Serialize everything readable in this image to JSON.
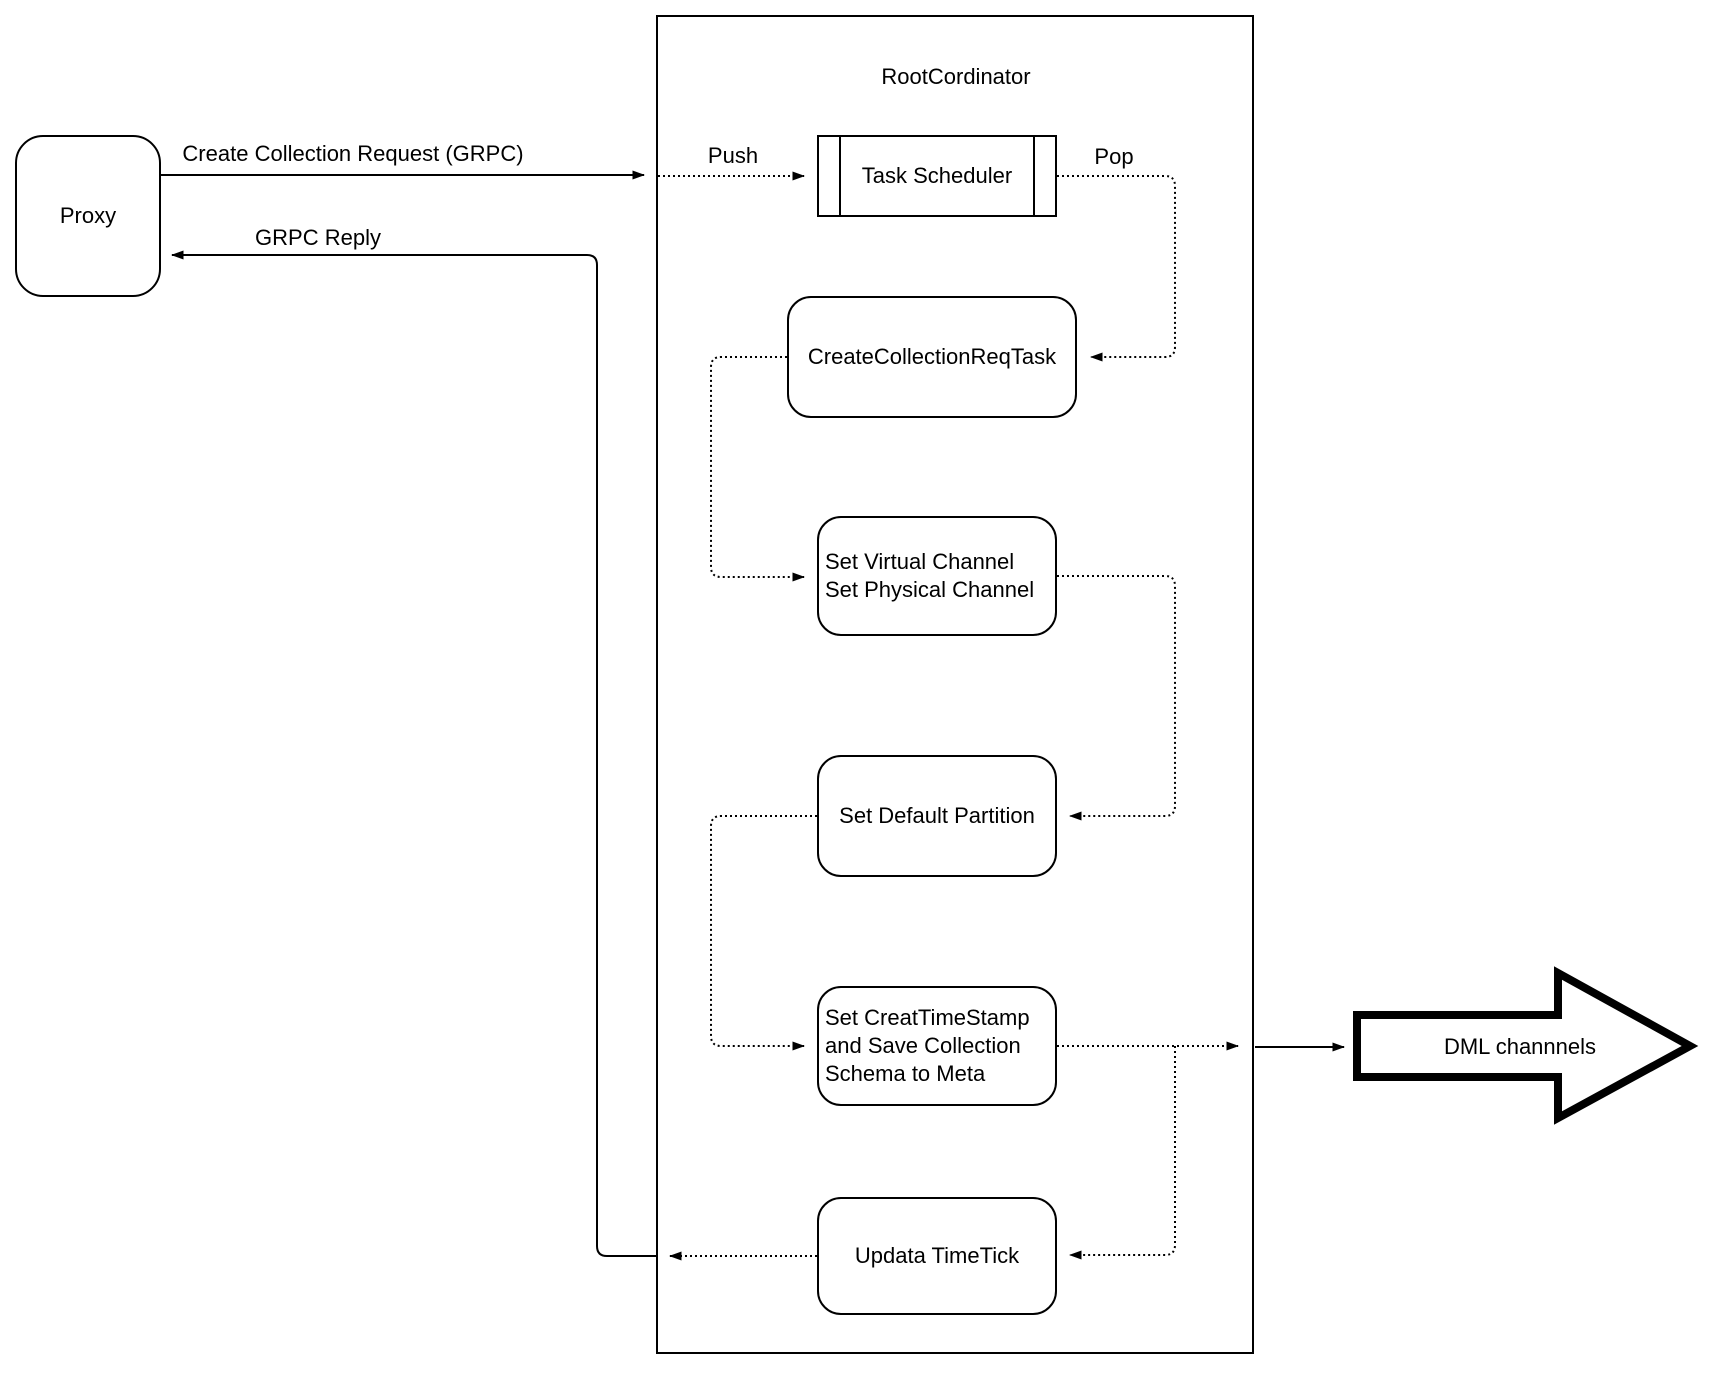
{
  "diagram": {
    "proxy": {
      "label": "Proxy"
    },
    "container": {
      "title": "RootCordinator"
    },
    "nodes": {
      "task_scheduler": {
        "label": "Task Scheduler"
      },
      "create_collection_req_task": {
        "label": "CreateCollectionReqTask"
      },
      "set_channels": {
        "lines": [
          "Set Virtual Channel",
          "Set Physical Channel"
        ]
      },
      "set_default_partition": {
        "label": "Set Default Partition"
      },
      "set_creat_timestamp": {
        "lines": [
          "Set CreatTimeStamp",
          "and Save Collection",
          "Schema to Meta"
        ]
      },
      "updata_timetick": {
        "label": "Updata TimeTick"
      }
    },
    "edges": {
      "create_collection_request": "Create Collection Request (GRPC)",
      "grpc_reply": "GRPC Reply",
      "push": "Push",
      "pop": "Pop"
    },
    "dml": {
      "label": "DML channnels"
    },
    "colors": {
      "stroke": "#000000",
      "background": "#ffffff"
    }
  }
}
